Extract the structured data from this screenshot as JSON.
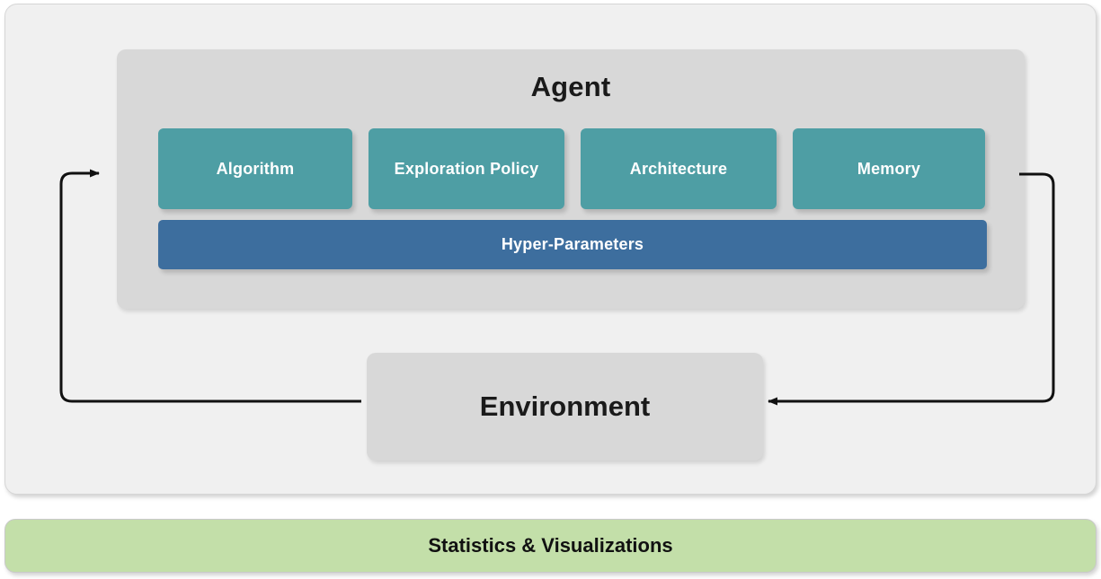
{
  "diagram": {
    "outer_panel": {
      "name": "framework-container",
      "background_color": "#f0f0f0"
    },
    "agent": {
      "title": "Agent",
      "background_color": "#d8d8d8",
      "components": [
        {
          "label": "Algorithm",
          "color": "#4e9ea4"
        },
        {
          "label": "Exploration Policy",
          "color": "#4e9ea4"
        },
        {
          "label": "Architecture",
          "color": "#4e9ea4"
        },
        {
          "label": "Memory",
          "color": "#4e9ea4"
        }
      ],
      "hyper_parameters": {
        "label": "Hyper-Parameters",
        "color": "#3d6e9e"
      }
    },
    "environment": {
      "label": "Environment",
      "background_color": "#d8d8d8"
    },
    "connectors": [
      {
        "name": "environment-to-agent",
        "from": "Environment",
        "to": "Agent",
        "direction": "left-up-right",
        "color": "#111111"
      },
      {
        "name": "agent-to-environment",
        "from": "Agent",
        "to": "Environment",
        "direction": "right-down-left",
        "color": "#111111"
      }
    ],
    "statistics_bar": {
      "label": "Statistics & Visualizations",
      "color": "#c3dfa9"
    }
  }
}
